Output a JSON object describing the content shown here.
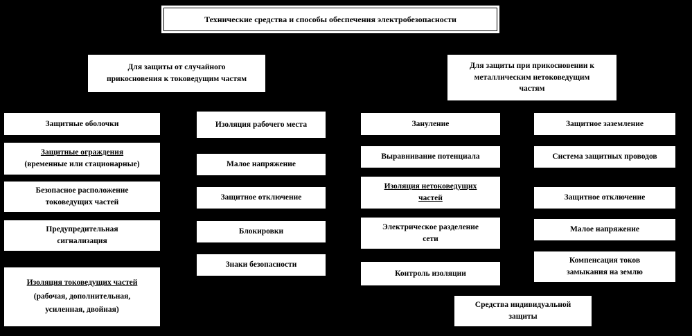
{
  "title": "Технические средства и способы обеспечения электробезопасности",
  "groups": {
    "left": {
      "lines": [
        "Для защиты от случайного",
        "прикосновения  к токоведущим частям"
      ]
    },
    "right": {
      "lines": [
        "Для защиты при прикосновении  к",
        "металлическим нетоковедущим",
        "частям"
      ]
    }
  },
  "columns": [
    {
      "boxes": [
        {
          "lines": [
            "Защитные оболочки"
          ]
        },
        {
          "lines": [
            "Защитные ограждения",
            "(временные или стационарные)"
          ]
        },
        {
          "lines": [
            "Безопасное расположение",
            "токоведущих частей"
          ]
        },
        {
          "lines": [
            "Предупредительная",
            "сигнализация"
          ]
        },
        {
          "lines": [
            "Изоляция токоведущих  частей",
            "(рабочая, дополнительная,",
            "усиленная, двойная)"
          ]
        }
      ]
    },
    {
      "boxes": [
        {
          "lines": [
            "Изоляция рабочего места"
          ]
        },
        {
          "lines": [
            "Малое напряжение"
          ]
        },
        {
          "lines": [
            "Защитное отключение"
          ]
        },
        {
          "lines": [
            "Блокировки"
          ]
        },
        {
          "lines": [
            "Знаки безопасности"
          ]
        }
      ]
    },
    {
      "boxes": [
        {
          "lines": [
            "Зануление"
          ]
        },
        {
          "lines": [
            "Выравнивание потенциала"
          ]
        },
        {
          "lines": [
            "Изоляция нетоковедущих",
            "частей"
          ]
        },
        {
          "lines": [
            "Электрическое разделение",
            "сети"
          ]
        },
        {
          "lines": [
            "Контроль изоляции"
          ]
        }
      ]
    },
    {
      "boxes": [
        {
          "lines": [
            "Защитное заземление"
          ]
        },
        {
          "lines": [
            "Система защитных проводов"
          ]
        },
        {
          "lines": [
            "Защитное отключение"
          ]
        },
        {
          "lines": [
            "Малое напряжение"
          ]
        },
        {
          "lines": [
            "Компенсация токов",
            "замыкания на землю"
          ]
        }
      ]
    }
  ],
  "footer": {
    "lines": [
      "Средства индивидуальной",
      "защиты"
    ]
  },
  "colors": {
    "background": "#000000",
    "box_bg": "#ffffff",
    "text": "#000000"
  }
}
